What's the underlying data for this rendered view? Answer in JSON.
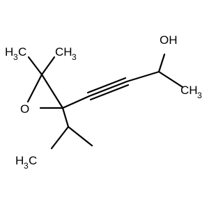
{
  "molecule": {
    "atoms": {
      "hydroxyl": "OH",
      "epoxide_oxygen": "O",
      "methyl_h": "H",
      "methyl_sub": "3",
      "methyl_c": "C",
      "methyl_right": "CH",
      "methyl_right_sub": "3"
    }
  },
  "colors": {
    "bond": "#000000",
    "text": "#000000",
    "background": "#ffffff"
  }
}
